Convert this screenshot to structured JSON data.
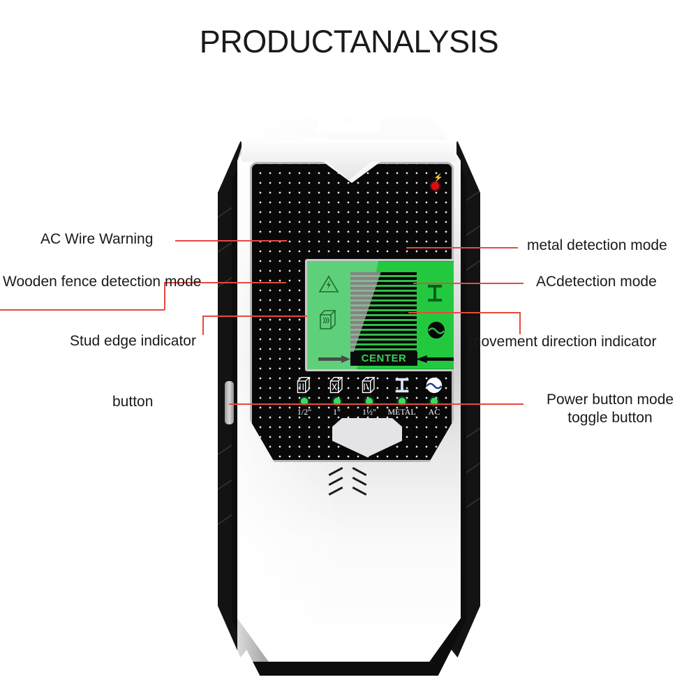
{
  "page": {
    "title": "PRODUCTANALYSIS",
    "accent_color": "#e8493f",
    "background_color": "#ffffff"
  },
  "device": {
    "type": "stud-finder-wall-scanner",
    "body_color": "#f2f2f2",
    "grip_color": "#131313",
    "panel_color": "#080808",
    "power_led_color": "#e00c0c",
    "bolt_icon": "lightning-bolt-icon",
    "lcd": {
      "background_color": "#22c93f",
      "center_label": "CENTER",
      "icons": {
        "ac_warning": "warning-triangle-lightning-icon",
        "wood": "wood-box-icon",
        "metal": "i-beam-icon",
        "ac": "ac-sine-circle-icon"
      },
      "arrows": {
        "left": "arrow-right-glyph",
        "right": "arrow-left-glyph"
      },
      "bar_count": 17
    },
    "modes": [
      {
        "label": "1/2\"",
        "icon": "wood-box-icon",
        "led_color": "#3ddc5f"
      },
      {
        "label": "1\"",
        "icon": "wood-box-icon",
        "led_color": "#3ddc5f"
      },
      {
        "label": "1½\"",
        "icon": "wood-box-icon",
        "led_color": "#3ddc5f"
      },
      {
        "label": "METAL",
        "icon": "i-beam-icon",
        "led_color": "#3ddc5f"
      },
      {
        "label": "AC",
        "icon": "ac-sine-circle-icon",
        "led_color": "#3ddc5f"
      }
    ]
  },
  "annotations": {
    "left": [
      {
        "id": "ac-wire-warning",
        "text": "AC Wire Warning"
      },
      {
        "id": "wooden-fence",
        "text": "Wooden fence detection mode"
      },
      {
        "id": "stud-edge",
        "text": "Stud edge indicator"
      },
      {
        "id": "button",
        "text": "button"
      }
    ],
    "right": [
      {
        "id": "metal-detection",
        "text": "metal detection mode"
      },
      {
        "id": "ac-detection",
        "text": "ACdetection mode"
      },
      {
        "id": "movement",
        "text": "movement direction indicator"
      },
      {
        "id": "power-button",
        "text_line1": "Power button mode",
        "text_line2": "toggle button"
      }
    ]
  }
}
